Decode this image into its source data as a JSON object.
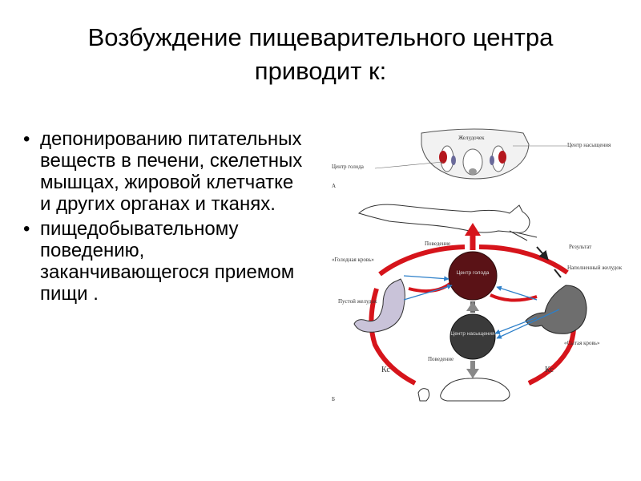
{
  "slide": {
    "title_line1": "Возбуждение пищеварительного центра",
    "title_line2": "приводит к:"
  },
  "bullets": [
    {
      "text": "депонированию питательных веществ в печени, скелетных мышцах, жировой клетчатке и других органах и тканях."
    },
    {
      "text": "пищедобывательному поведению, заканчивающегося приемом пищи ."
    }
  ],
  "diagram": {
    "labels": {
      "stomach_top": "Желудочек",
      "satiety_center_top": "Центр насыщения",
      "hunger_center_top": "Центр голода",
      "panel_a": "А",
      "behavior_top": "Поведение",
      "result": "Результат",
      "hungry_blood": "«Голодная кровь»",
      "full_stomach": "Наполненный желудок",
      "empty_stomach": "Пустой желудок",
      "sated_blood": "«Сытая кровь»",
      "behavior_bottom": "Поведение",
      "kc_left": "Кс",
      "kc_right": "Кс",
      "panel_b": "Б",
      "hunger_center": "Центр голода",
      "satiety_center": "Центр насыщения"
    },
    "colors": {
      "arc_red": "#d6141b",
      "arrow_blue": "#2c7fc9",
      "circle_top": "#5a1216",
      "circle_bottom": "#3a3a3a"
    }
  }
}
